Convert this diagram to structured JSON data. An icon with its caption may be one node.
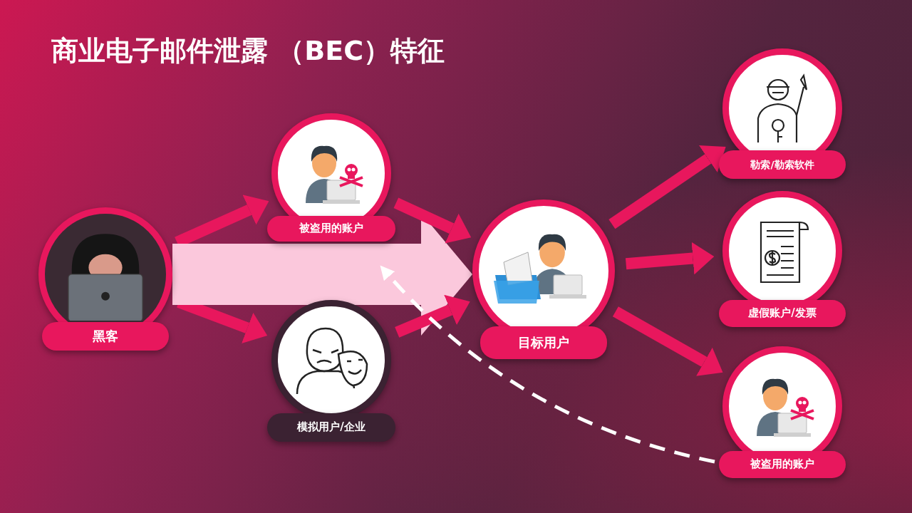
{
  "diagram": {
    "title": "商业电子邮件泄露 （BEC）特征",
    "nodes": [
      {
        "text": [
          "黑客"
        ]
      },
      {
        "text": [
          "被盗用的账户"
        ]
      },
      {
        "text": [
          "模拟用户/企业"
        ]
      },
      {
        "text": [
          "目标用户"
        ]
      },
      {
        "text": [
          "勒索/勒索软件"
        ]
      },
      {
        "text": [
          "虚假账户/发票"
        ]
      },
      {
        "text": [
          "被盗用的账户"
        ]
      }
    ],
    "edges": [
      {
        "from": 0,
        "to": 1,
        "arrow": "to"
      },
      {
        "from": 0,
        "to": 2,
        "arrow": "to"
      },
      {
        "from": 0,
        "to": 3,
        "arrow": "to",
        "style": "thick",
        "color": "#fbc8dc"
      },
      {
        "from": 1,
        "to": 3,
        "arrow": "to"
      },
      {
        "from": 2,
        "to": 3,
        "arrow": "to"
      },
      {
        "from": 3,
        "to": 4,
        "arrow": "to"
      },
      {
        "from": 3,
        "to": 5,
        "arrow": "to"
      },
      {
        "from": 3,
        "to": 6,
        "arrow": "to"
      },
      {
        "from": 6,
        "to": 1,
        "arrow": "to",
        "style": "dashed",
        "color": "#ffffff"
      }
    ]
  }
}
